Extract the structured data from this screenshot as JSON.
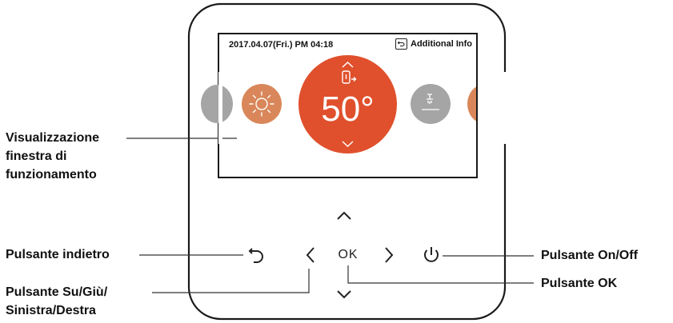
{
  "screen": {
    "datetime": "2017.04.07(Fri.) PM 04:18",
    "additional_info_label": "Additional Info",
    "temperature": "50°",
    "mode_icons": [
      "sun-icon",
      "water-heater-icon",
      "shower-icon"
    ]
  },
  "buttons": {
    "ok_label": "OK"
  },
  "callouts": {
    "operation_window": [
      "Visualizzazione",
      "finestra di",
      "funzionamento"
    ],
    "back_button": "Pulsante indietro",
    "direction_buttons": [
      "Pulsante Su/Giù/",
      "Sinistra/Destra"
    ],
    "power_button": "Pulsante On/Off",
    "ok_button": "Pulsante OK"
  },
  "colors": {
    "active_mode": "#e0502c",
    "sun_mode": "#d9875a",
    "inactive_mode": "#a5a5a5",
    "bezel": "#1a1a1a"
  }
}
